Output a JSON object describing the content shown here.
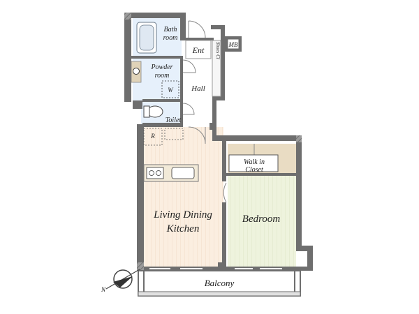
{
  "labels": {
    "bath_line1": "Bath",
    "bath_line2": "room",
    "ent": "Ent",
    "shoes_cl": "Shoes Cl",
    "mb": "MB",
    "powder_line1": "Powder",
    "powder_line2": "room",
    "w": "W",
    "hall": "Hall",
    "toilet": "Toilet",
    "r": "R",
    "walkin_line1": "Walk in",
    "walkin_line2": "Closet",
    "ldk_line1": "Living Dining",
    "ldk_line2": "Kitchen",
    "bedroom": "Bedroom",
    "balcony": "Balcony",
    "north": "N"
  },
  "colors": {
    "wall": "#6e6e6e",
    "wall_dark": "#5a5a5a",
    "wet_area": "#e6f0fb",
    "ldk_floor": "#fbeee0",
    "bedroom_floor": "#eef3dd",
    "closet": "#e9dcc3",
    "hall_floor": "#ffffff",
    "counter": "#f2ead8"
  }
}
